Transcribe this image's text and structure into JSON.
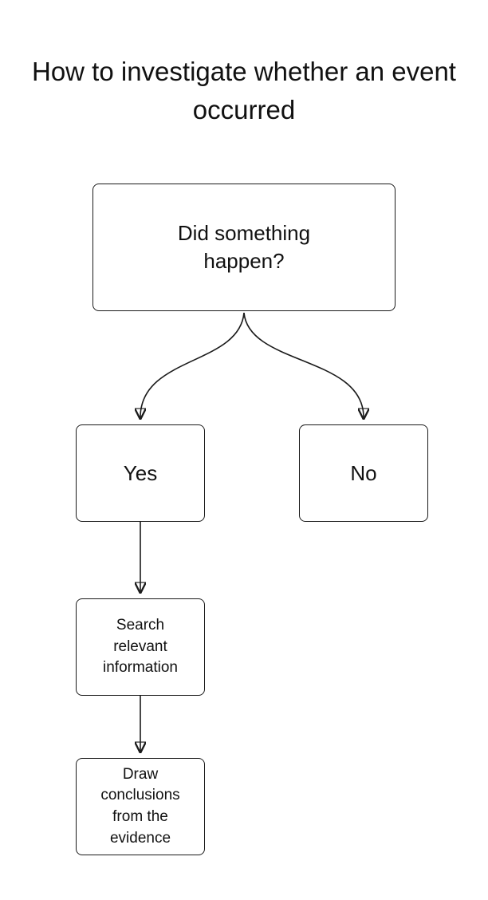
{
  "title": "How to investigate whether an event occurred",
  "nodes": {
    "start": {
      "label": "Did something happen?"
    },
    "yes": {
      "label": "Yes"
    },
    "no": {
      "label": "No"
    },
    "search": {
      "label": "Search relevant information"
    },
    "end": {
      "label": "Draw conclusions from the evidence"
    }
  }
}
